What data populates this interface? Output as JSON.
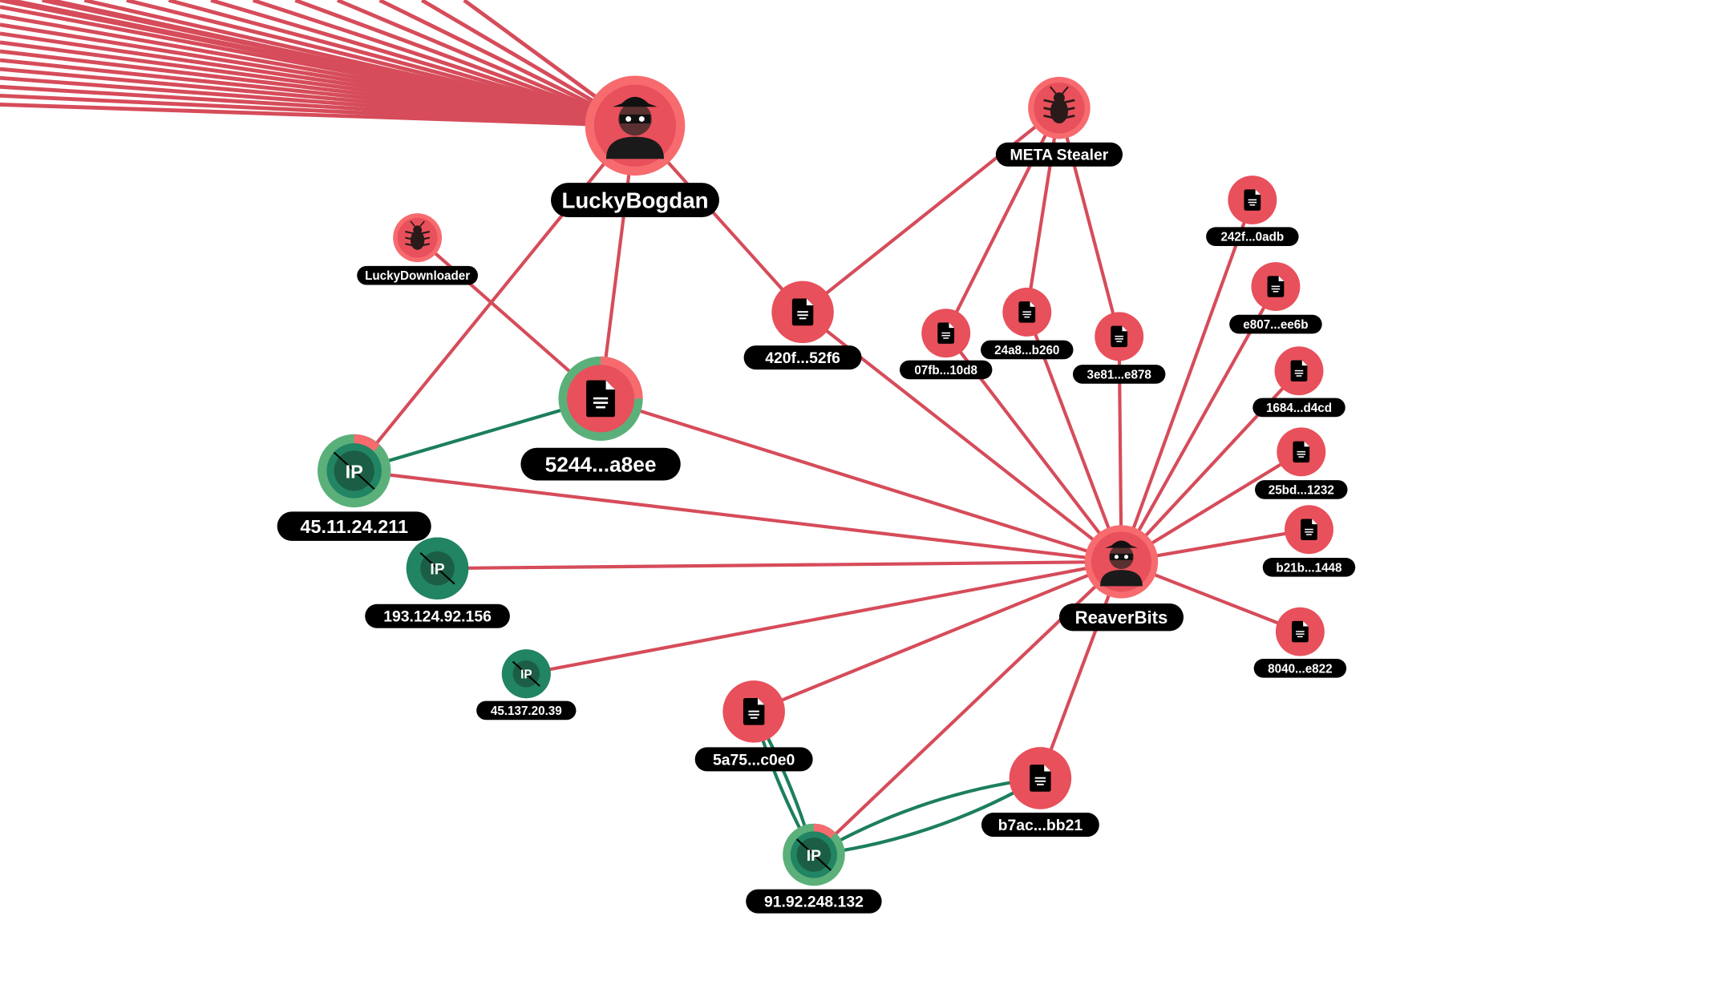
{
  "colors": {
    "threat": "#e8505b",
    "threat_ring": "#f76b6f",
    "ip": "#218463",
    "ip_ring": "#5bb07a",
    "edge_red": "#d64c5a",
    "edge_green": "#1c7f5b",
    "label_bg": "#000000"
  },
  "nodes": {
    "luckybogdan": {
      "label": "LuckyBogdan",
      "type": "actor"
    },
    "meta_stealer": {
      "label": "META Stealer",
      "type": "malware"
    },
    "luckydownloader": {
      "label": "LuckyDownloader",
      "type": "malware"
    },
    "f420f": {
      "label": "420f...52f6",
      "type": "file"
    },
    "f5244": {
      "label": "5244...a8ee",
      "type": "file"
    },
    "ip1": {
      "label": "45.11.24.211",
      "type": "ip",
      "icon_text": "IP"
    },
    "ip2": {
      "label": "193.124.92.156",
      "type": "ip",
      "icon_text": "IP"
    },
    "ip3": {
      "label": "45.137.20.39",
      "type": "ip",
      "icon_text": "IP"
    },
    "f07fb": {
      "label": "07fb...10d8",
      "type": "file"
    },
    "f24a8": {
      "label": "24a8...b260",
      "type": "file"
    },
    "f3e81": {
      "label": "3e81...e878",
      "type": "file"
    },
    "f242f": {
      "label": "242f...0adb",
      "type": "file"
    },
    "fe807": {
      "label": "e807...ee6b",
      "type": "file"
    },
    "f1684": {
      "label": "1684...d4cd",
      "type": "file"
    },
    "f25bd": {
      "label": "25bd...1232",
      "type": "file"
    },
    "fb21b": {
      "label": "b21b...1448",
      "type": "file"
    },
    "f8040": {
      "label": "8040...e822",
      "type": "file"
    },
    "reaverbits": {
      "label": "ReaverBits",
      "type": "actor"
    },
    "f5a75": {
      "label": "5a75...c0e0",
      "type": "file"
    },
    "fb7ac": {
      "label": "b7ac...bb21",
      "type": "file"
    },
    "ip4": {
      "label": "91.92.248.132",
      "type": "ip",
      "icon_text": "IP"
    }
  },
  "edges": [
    [
      "luckybogdan",
      "f420f",
      "red"
    ],
    [
      "luckybogdan",
      "f5244",
      "red"
    ],
    [
      "luckybogdan",
      "ip1",
      "red"
    ],
    [
      "luckydownloader",
      "f5244",
      "red"
    ],
    [
      "meta_stealer",
      "f420f",
      "red"
    ],
    [
      "meta_stealer",
      "f07fb",
      "red"
    ],
    [
      "meta_stealer",
      "f24a8",
      "red"
    ],
    [
      "meta_stealer",
      "f3e81",
      "red"
    ],
    [
      "reaverbits",
      "f420f",
      "red"
    ],
    [
      "reaverbits",
      "f07fb",
      "red"
    ],
    [
      "reaverbits",
      "f24a8",
      "red"
    ],
    [
      "reaverbits",
      "f3e81",
      "red"
    ],
    [
      "reaverbits",
      "f242f",
      "red"
    ],
    [
      "reaverbits",
      "fe807",
      "red"
    ],
    [
      "reaverbits",
      "f1684",
      "red"
    ],
    [
      "reaverbits",
      "f25bd",
      "red"
    ],
    [
      "reaverbits",
      "fb21b",
      "red"
    ],
    [
      "reaverbits",
      "f8040",
      "red"
    ],
    [
      "reaverbits",
      "f5244",
      "red"
    ],
    [
      "reaverbits",
      "ip1",
      "red"
    ],
    [
      "reaverbits",
      "ip2",
      "red"
    ],
    [
      "reaverbits",
      "ip3",
      "red"
    ],
    [
      "reaverbits",
      "f5a75",
      "red"
    ],
    [
      "reaverbits",
      "fb7ac",
      "red"
    ],
    [
      "reaverbits",
      "ip4",
      "red"
    ],
    [
      "f5244",
      "ip1",
      "green"
    ],
    [
      "f5a75",
      "ip4",
      "green"
    ],
    [
      "fb7ac",
      "ip4",
      "green"
    ]
  ]
}
